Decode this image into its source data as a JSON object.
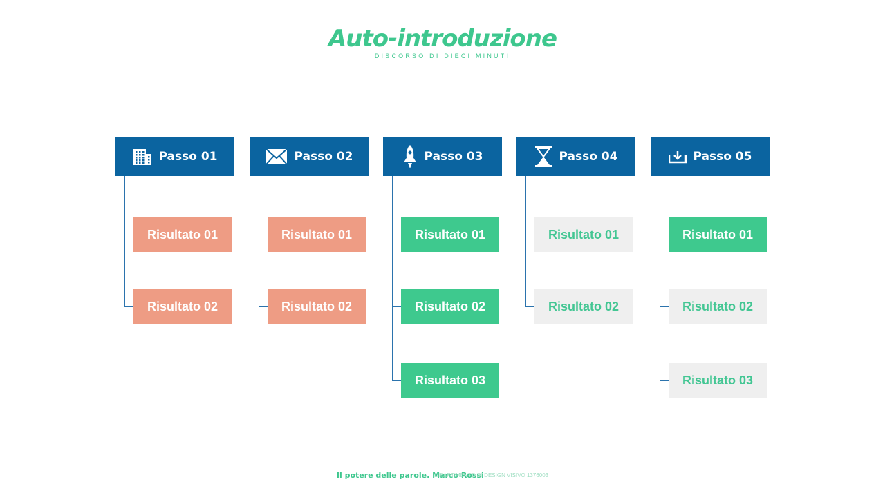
{
  "header": {
    "title": "Auto-introduzione",
    "subtitle": "DISCORSO DI DIECI MINUTI"
  },
  "steps": [
    {
      "label": "Passo 01",
      "icon": "building-icon",
      "results": [
        {
          "label": "Risultato 01",
          "style": "salmon"
        },
        {
          "label": "Risultato 02",
          "style": "salmon"
        }
      ]
    },
    {
      "label": "Passo 02",
      "icon": "envelope-icon",
      "results": [
        {
          "label": "Risultato 01",
          "style": "salmon"
        },
        {
          "label": "Risultato 02",
          "style": "salmon"
        }
      ]
    },
    {
      "label": "Passo 03",
      "icon": "rocket-icon",
      "results": [
        {
          "label": "Risultato 01",
          "style": "green"
        },
        {
          "label": "Risultato 02",
          "style": "green"
        },
        {
          "label": "Risultato 03",
          "style": "green"
        }
      ]
    },
    {
      "label": "Passo 04",
      "icon": "hourglass-icon",
      "results": [
        {
          "label": "Risultato 01",
          "style": "light"
        },
        {
          "label": "Risultato 02",
          "style": "light"
        }
      ]
    },
    {
      "label": "Passo 05",
      "icon": "inbox-download-icon",
      "results": [
        {
          "label": "Risultato 01",
          "style": "green"
        },
        {
          "label": "Risultato 02",
          "style": "light"
        },
        {
          "label": "Risultato 03",
          "style": "light"
        }
      ]
    }
  ],
  "colors": {
    "header_blue": "#0b64a0",
    "accent_green": "#3ec98e",
    "salmon": "#ee9c84",
    "light_gray": "#efefef"
  },
  "footer": {
    "text": "Il potere delle parole. Marco Rossi",
    "code": "DIPARTIMENTO DI DESIGN VISIVO 1376003"
  }
}
